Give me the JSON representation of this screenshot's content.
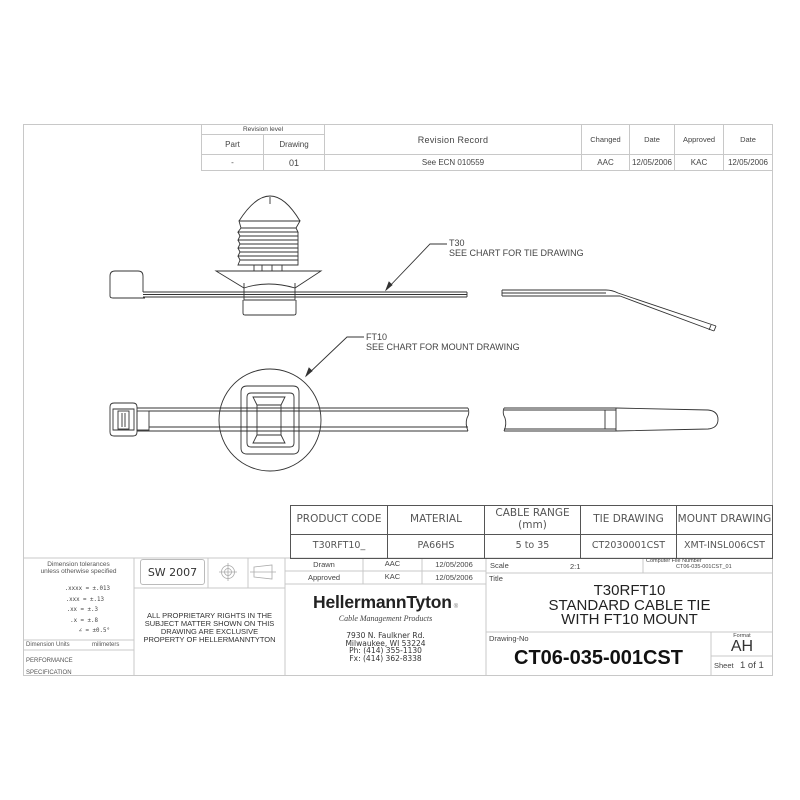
{
  "revision_table": {
    "revision_level_label": "Revision level",
    "headers": {
      "part": "Part",
      "drawing": "Drawing",
      "record": "Revision Record",
      "changed": "Changed",
      "date1": "Date",
      "approved": "Approved",
      "date2": "Date"
    },
    "row": {
      "part": "-",
      "drawing": "01",
      "record": "See ECN 010559",
      "changed": "AAC",
      "date1": "12/05/2006",
      "approved": "KAC",
      "date2": "12/05/2006"
    }
  },
  "callouts": {
    "tie": {
      "line1": "T30",
      "line2": "SEE CHART FOR TIE DRAWING"
    },
    "mount": {
      "line1": "FT10",
      "line2": "SEE CHART FOR MOUNT DRAWING"
    }
  },
  "product_table": {
    "headers": [
      "PRODUCT CODE",
      "MATERIAL",
      "CABLE RANGE (mm)",
      "TIE DRAWING",
      "MOUNT DRAWING"
    ],
    "cable_range_line1": "CABLE RANGE",
    "cable_range_line2": "(mm)",
    "row": [
      "T30RFT10_",
      "PA66HS",
      "5 to 35",
      "CT2030001CST",
      "XMT-INSL006CST"
    ]
  },
  "title_block": {
    "tolerances": {
      "heading_line1": "Dimension tolerances",
      "heading_line2": "unless otherwise specified",
      "rows": [
        ".xxxx = ±.013",
        ".xxx = ±.13",
        ".xx = ±.3",
        ".x = ±.8",
        "∠ = ±0.5°"
      ]
    },
    "dimension_units_label": "Dimension Units",
    "dimension_units_value": "milimeters",
    "performance_spec_line1": "PERFORMANCE",
    "performance_spec_line2": "SPECIFICATION",
    "sw_badge": "SW 2007",
    "proprietary_notice": [
      "ALL PROPRIETARY RIGHTS IN THE",
      "SUBJECT MATTER SHOWN ON THIS",
      "DRAWING ARE EXCLUSIVE",
      "PROPERTY OF HELLERMANNTYTON"
    ],
    "drawn_label": "Drawn",
    "drawn_by": "AAC",
    "drawn_date": "12/05/2006",
    "approved_label": "Approved",
    "approved_by": "KAC",
    "approved_date": "12/05/2006",
    "company": {
      "name": "HellermannTyton",
      "registered": "®",
      "tagline": "Cable Management Products",
      "address_line1": "7930 N. Faulkner Rd.",
      "address_line2": "Milwaukee, WI  53224",
      "phone": "Ph: (414) 355-1130",
      "fax": "Fx:  (414) 362-8338"
    },
    "scale_label": "Scale",
    "scale_value": "2:1",
    "computer_file_label": "Computer File Number",
    "computer_file_value": "CT06-035-001CST_01",
    "title_label": "Title",
    "title_lines": [
      "T30RFT10",
      "STANDARD CABLE TIE",
      "WITH FT10 MOUNT"
    ],
    "drawing_no_label": "Drawing-No",
    "drawing_no": "CT06-035-001CST",
    "format_label": "Format",
    "format_value": "AH",
    "sheet_label": "Sheet",
    "sheet_value": "1 of 1"
  },
  "colors": {
    "frame_line": "#c8c8c8",
    "drawing_line": "#333333",
    "text": "#444444"
  }
}
